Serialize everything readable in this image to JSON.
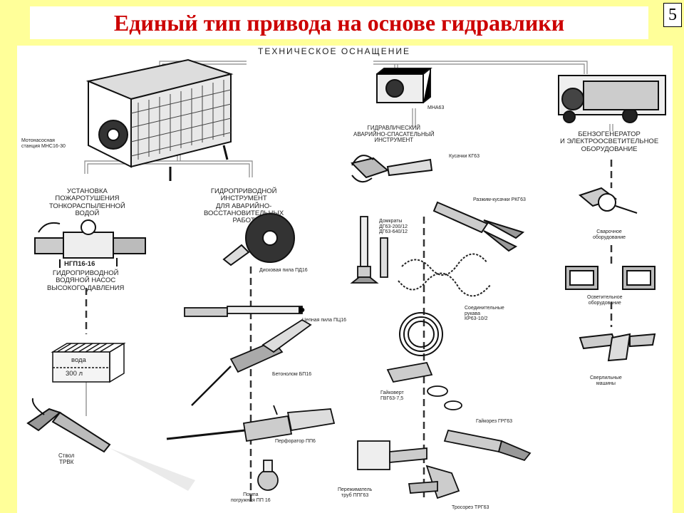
{
  "title": "Единый тип привода на основе гидравлики",
  "slide_number": "5",
  "diagram": {
    "root": "ТЕХНИЧЕСКОЕ   ОСНАЩЕНИЕ",
    "pump_station": [
      "Мотонасосная",
      "станция МНС16-30"
    ],
    "fire_installation": [
      "УСТАНОВКА",
      "ПОЖАРОТУШЕНИЯ",
      "ТОНКОРАСПЫЛЕННОЙ",
      "ВОДОЙ"
    ],
    "hydro_tool_group": [
      "ГИДРОПРИВОДНОЙ",
      "ИНСТРУМЕНТ",
      "ДЛЯ АВАРИЙНО-",
      "ВОССТАНОВИТЕЛЬНЫХ",
      "РАБОТ"
    ],
    "pump_ngp_code": "НГП16-16",
    "pump_ngp_desc": [
      "ГИДРОПРИВОДНОЙ",
      "ВОДЯНОЙ НАСОС",
      "ВЫСОКОГО ДАВЛЕНИЯ"
    ],
    "tank_label": "вода",
    "tank_volume": "300 л",
    "nozzle": [
      "Ствол",
      "ТРВК"
    ],
    "disc_saw": "Дисковая пила ПД16",
    "chain_saw": "Цепная пила ПЦ16",
    "breaker": "Бетонолом БП16",
    "perforator": "Перфоратор ПП6",
    "submersible_pump": [
      "Помпа",
      "погружная ПП 16"
    ],
    "mna": "МНА63",
    "rescue_tool": [
      "ГИДРАВЛИЧЕСКИЙ",
      "АВАРИЙНО-СПАСАТЕЛЬНЫЙ",
      "ИНСТРУМЕНТ"
    ],
    "cutter": "Кусачки КГ63",
    "spreader_cutter": "Разжим-кусачки РКГ63",
    "jacks": [
      "Домкраты",
      "ДГ63-200/12",
      "ДГ63-640/12"
    ],
    "hoses": [
      "Соединительные",
      "рукава",
      "КР63-10/2"
    ],
    "nut_runner": [
      "Гайковерт",
      "ГВГ63-7,5"
    ],
    "nut_cutter": "Гайкорез ГРГ63",
    "pipe_clamp": [
      "Пережиматель",
      "труб ППГ63"
    ],
    "cable_cutter": "Тросорез ТРГ63",
    "generator": [
      "БЕНЗОГЕНЕРАТОР",
      "И ЭЛЕКТРООСВЕТИТЕЛЬНОЕ",
      "ОБОРУДОВАНИЕ"
    ],
    "welding": [
      "Сварочное",
      "оборудование"
    ],
    "lighting": [
      "Осветительное",
      "оборудование"
    ],
    "drills": [
      "Сверлильные",
      "машины"
    ]
  }
}
